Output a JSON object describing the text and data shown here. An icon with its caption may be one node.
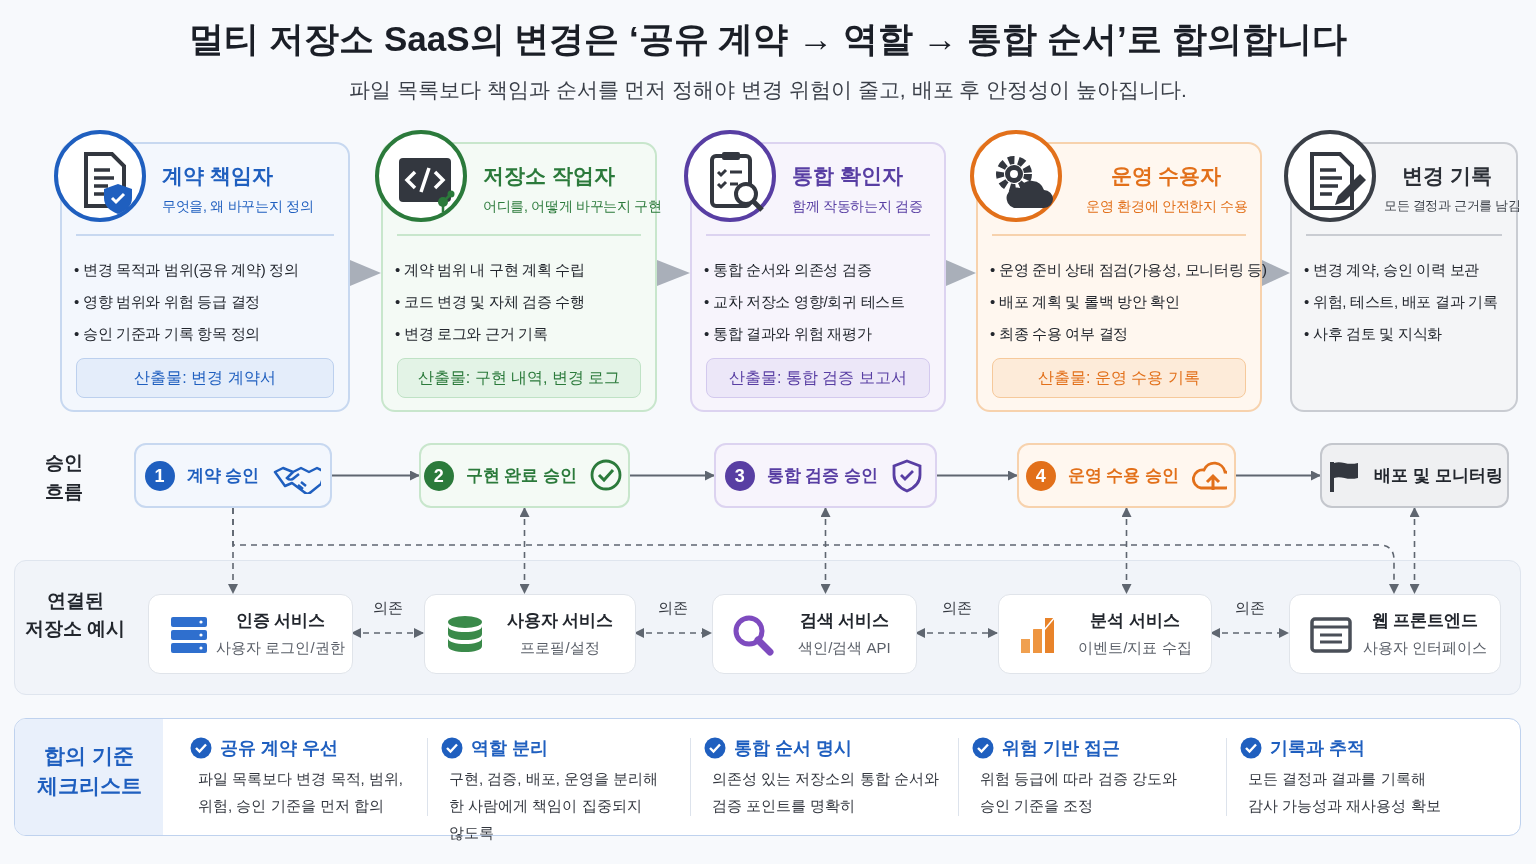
{
  "diagram": {
    "title": "멀티 저장소 SaaS의 변경은 ‘공유 계약 → 역할 → 통합 순서’로 합의합니다",
    "nodes": [
      {
        "text": [
          "계약 책임자",
          "무엇을, 왜 바꾸는지 정의",
          "• 변경 목적과 범위(공유 계약) 정의",
          "• 영향 범위와 위험 등급 결정",
          "• 승인 기준과 기록 항목 정의",
          "산출물: 변경 계약서"
        ]
      },
      {
        "text": [
          "저장소 작업자",
          "어디를, 어떻게 바꾸는지 구현",
          "• 계약 범위 내 구현 계획 수립",
          "• 코드 변경 및 자체 검증 수행",
          "• 변경 로그와 근거 기록",
          "산출물: 구현 내역, 변경 로그"
        ]
      },
      {
        "text": [
          "통합 확인자",
          "함께 작동하는지 검증",
          "• 통합 순서와 의존성 검증",
          "• 교차 저장소 영향/회귀 테스트",
          "• 통합 결과와 위험 재평가",
          "산출물: 통합 검증 보고서"
        ]
      },
      {
        "text": [
          "운영 수용자",
          "운영 환경에 안전한지 수용",
          "• 운영 준비 상태 점검(가용성, 모니터링 등)",
          "• 배포 계획 및 롤백 방안 확인",
          "• 최종 수용 여부 결정",
          "산출물: 운영 수용 기록"
        ]
      },
      {
        "text": [
          "변경 기록",
          "모든 결정과 근거를 남김",
          "• 변경 계약, 승인 이력 보관",
          "• 위험, 테스트, 배포 결과 기록",
          "• 사후 검토 및 지식화"
        ]
      },
      {
        "text": [
          "1",
          "계약 승인"
        ]
      },
      {
        "text": [
          "2",
          "구현 완료 승인"
        ]
      },
      {
        "text": [
          "3",
          "통합 검증 승인"
        ]
      },
      {
        "text": [
          "4",
          "운영 수용 승인"
        ]
      },
      {
        "text": [
          "배포 및 모니터링"
        ]
      },
      {
        "text": [
          "연결된 저장소 예시"
        ]
      },
      {
        "text": [
          "인증 서비스",
          "사용자 로그인/권한"
        ],
        "in": 10
      },
      {
        "text": [
          "사용자 서비스",
          "프로필/설정"
        ],
        "in": 10
      },
      {
        "text": [
          "검색 서비스",
          "색인/검색 API"
        ],
        "in": 10
      },
      {
        "text": [
          "분석 서비스",
          "이벤트/지표 수집"
        ],
        "in": 10
      },
      {
        "text": [
          "웹 프론트엔드",
          "사용자 인터페이스"
        ],
        "in": 10
      },
      {
        "text": [
          "합의 기준 체크리스트"
        ]
      }
    ],
    "edges": [
      {
        "from": 0,
        "to": 1,
        "arrow": "to"
      },
      {
        "from": 1,
        "to": 2,
        "arrow": "to"
      },
      {
        "from": 2,
        "to": 3,
        "arrow": "to"
      },
      {
        "from": 3,
        "to": 4,
        "arrow": "to"
      },
      {
        "from": 5,
        "to": 6,
        "arrow": "to"
      },
      {
        "from": 6,
        "to": 7,
        "arrow": "to"
      },
      {
        "from": 7,
        "to": 8,
        "arrow": "to"
      },
      {
        "from": 8,
        "to": 9,
        "arrow": "to"
      },
      {
        "from": 5,
        "to": 11,
        "arrow": "to",
        "style": "dashed"
      },
      {
        "from": 6,
        "to": 12,
        "arrow": "both",
        "style": "dashed"
      },
      {
        "from": 7,
        "to": 13,
        "arrow": "both",
        "style": "dashed"
      },
      {
        "from": 8,
        "to": 14,
        "arrow": "both",
        "style": "dashed"
      },
      {
        "from": 9,
        "to": 15,
        "arrow": "both",
        "style": "dashed"
      },
      {
        "from": 5,
        "to": 15,
        "arrow": "to",
        "style": "dashed"
      },
      {
        "from": 11,
        "to": 12,
        "arrow": "both",
        "style": "dashed",
        "label": "의존"
      },
      {
        "from": 12,
        "to": 13,
        "arrow": "both",
        "style": "dashed",
        "label": "의존"
      },
      {
        "from": 13,
        "to": 14,
        "arrow": "both",
        "style": "dashed",
        "label": "의존"
      },
      {
        "from": 14,
        "to": 15,
        "arrow": "both",
        "style": "dashed",
        "label": "의존"
      }
    ],
    "labels": [
      "파일 목록보다 책임과 순서를 먼저 정해야 변경 위험이 줄고, 배포 후 안정성이 높아집니다.",
      "승인 흐름",
      "공유 계약 우선",
      "파일 목록보다 변경 목적, 범위, 위험, 승인 기준을 먼저 합의",
      "역할 분리",
      "구현, 검증, 배포, 운영을 분리해 한 사람에게 책임이 집중되지 않도록",
      "통합 순서 명시",
      "의존성 있는 저장소의 통합 순서와 검증 포인트를 명확히",
      "위험 기반 접근",
      "위험 등급에 따라 검증 강도와 승인 기준을 조정",
      "기록과 추적",
      "모든 결정과 결과를 기록해 감사 가능성과 재사용성 확보"
    ]
  }
}
